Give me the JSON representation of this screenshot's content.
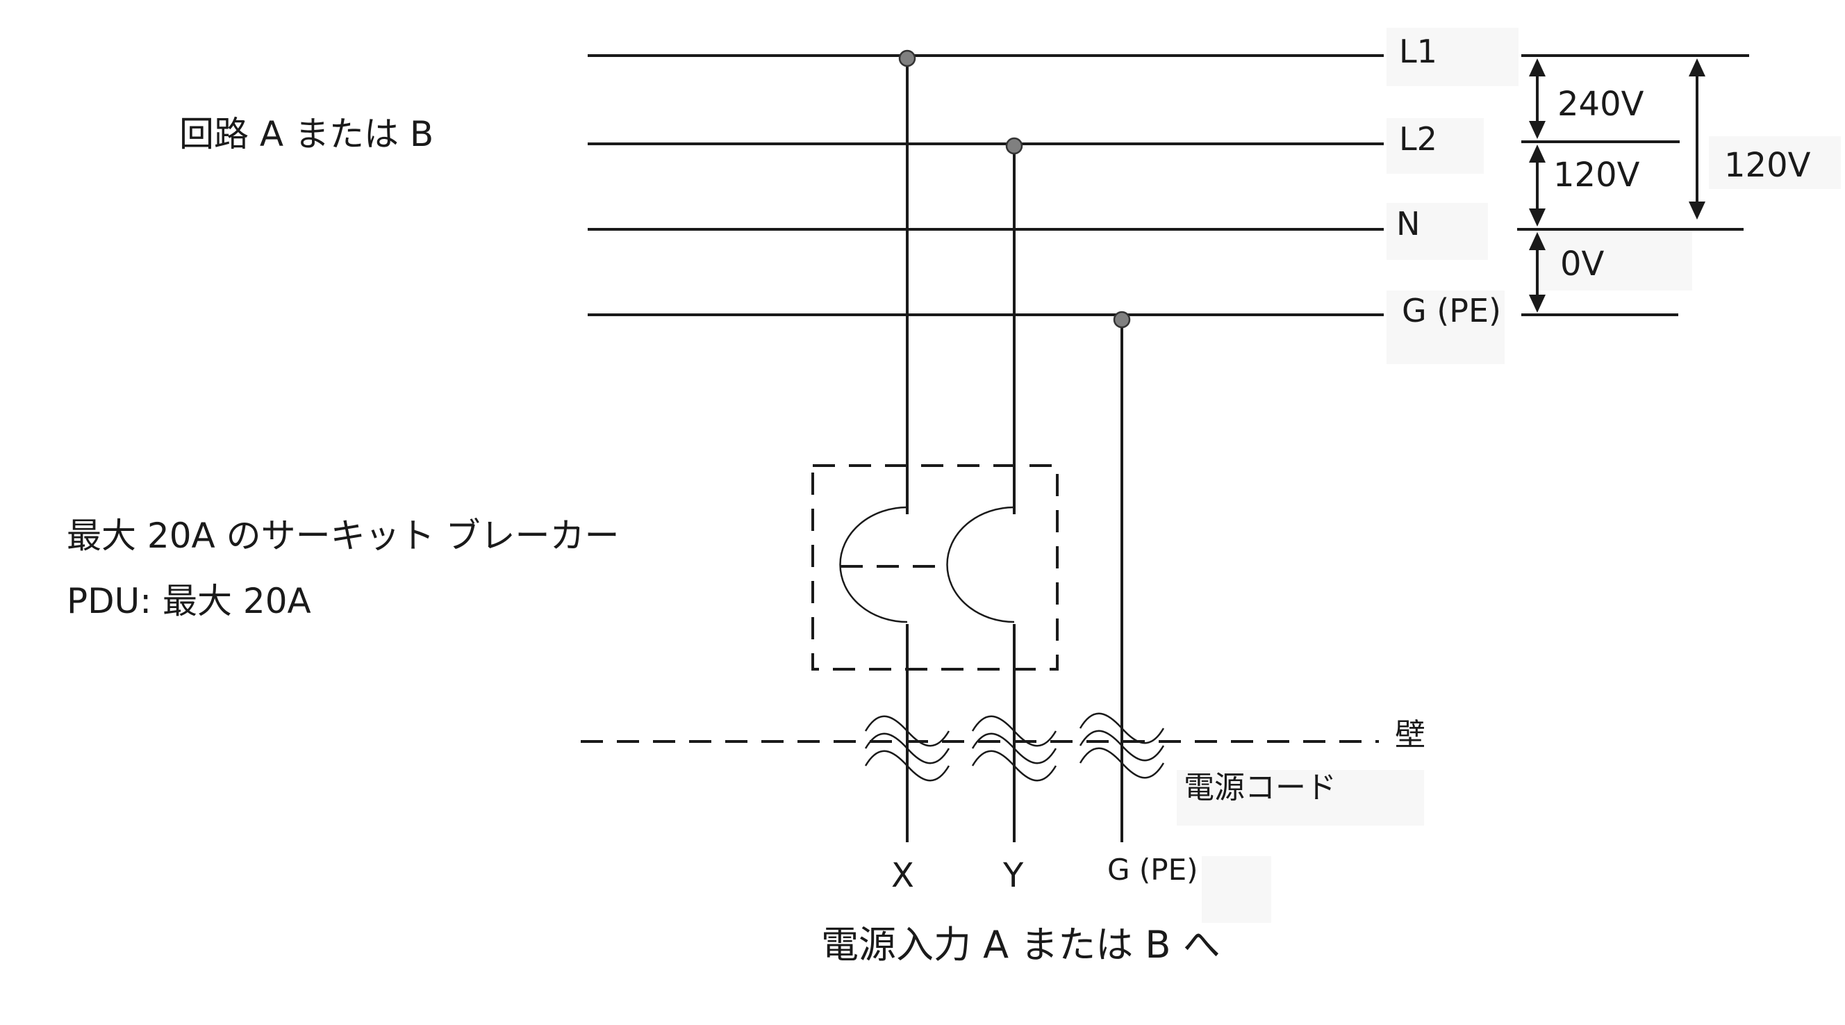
{
  "diagram": {
    "circuit_label": "回路 A または B",
    "breaker_label": "最大 20A のサーキット ブレーカー",
    "pdu_label": "PDU: 最大 20A",
    "wall_label": "壁",
    "cord_label": "電源コード",
    "bottom_caption": "電源入力 A または B へ",
    "lines": {
      "l1": "L1",
      "l2": "L2",
      "n": "N",
      "g": "G (PE)"
    },
    "voltages": {
      "l1_l2": "240V",
      "l2_n": "120V",
      "l1_n": "120V",
      "n_g": "0V"
    },
    "outputs": {
      "x": "X",
      "y": "Y",
      "g": "G (PE)"
    }
  }
}
